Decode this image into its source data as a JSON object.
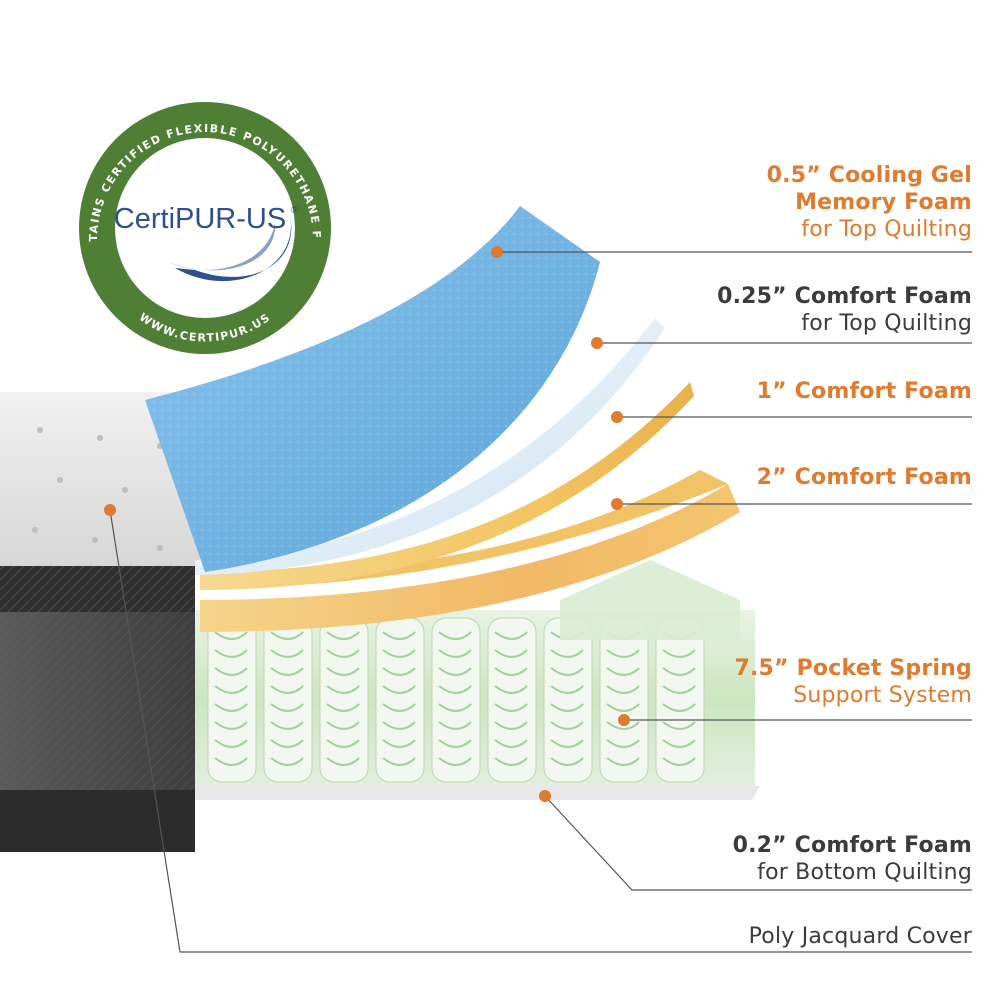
{
  "seal": {
    "arc_text": "CONTAINS CERTIFIED FLEXIBLE POLYURETHANE FOAM",
    "brand": "CertiPUR-US",
    "registered": "®",
    "website": "WWW.CERTIPUR.US"
  },
  "labels": [
    {
      "id": "cooling-gel",
      "line1": "0.5” Cooling Gel",
      "line2": "Memory Foam",
      "line3": "for Top Quilting"
    },
    {
      "id": "comfort-025",
      "line1": "0.25” Comfort Foam",
      "line2": "for Top Quilting"
    },
    {
      "id": "comfort-1",
      "line1": "1” Comfort Foam"
    },
    {
      "id": "comfort-2",
      "line1": "2” Comfort Foam"
    },
    {
      "id": "pocket-spring",
      "line1": "7.5” Pocket Spring",
      "line2": "Support System"
    },
    {
      "id": "comfort-02",
      "line1": "0.2” Comfort Foam",
      "line2": "for Bottom Quilting"
    },
    {
      "id": "cover",
      "line1": "Poly Jacquard Cover"
    }
  ],
  "colors": {
    "accent": "#e07a2e",
    "text_dark": "#3b3b3b",
    "seal_green": "#4f7f35",
    "gel_blue": "#6fb2e0",
    "foam_yellow": "#f2c86b",
    "spring_green": "#cfe8c6",
    "cover_gray": "#4a4a4a"
  }
}
